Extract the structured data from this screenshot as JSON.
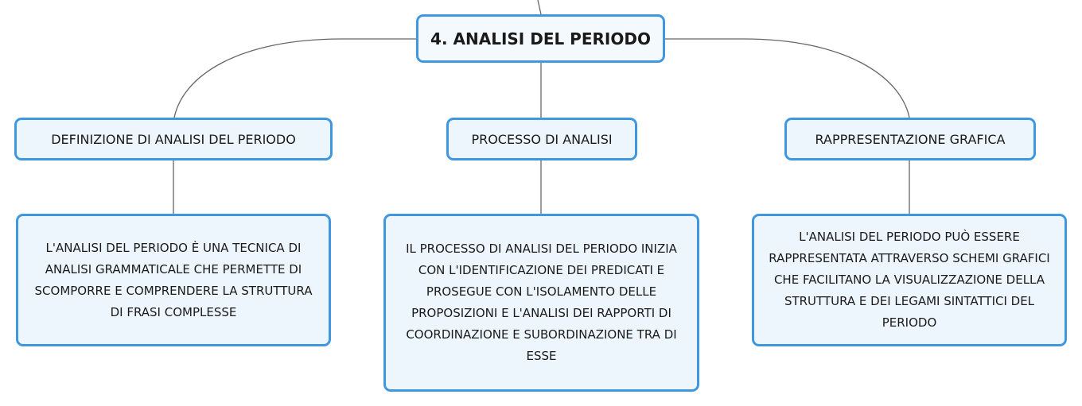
{
  "root": {
    "label": "4. ANALISI DEL PERIODO"
  },
  "topics": [
    {
      "label": "DEFINIZIONE DI ANALISI DEL PERIODO",
      "detail": "L'ANALISI DEL PERIODO È UNA TECNICA DI ANALISI GRAMMATICALE CHE PERMETTE DI SCOMPORRE E COMPRENDERE LA STRUTTURA DI FRASI COMPLESSE"
    },
    {
      "label": "PROCESSO DI ANALISI",
      "detail": "IL PROCESSO DI ANALISI DEL PERIODO INIZIA CON L'IDENTIFICAZIONE DEI PREDICATI E PROSEGUE CON L'ISOLAMENTO DELLE PROPOSIZIONI E L'ANALISI DEI RAPPORTI DI COORDINAZIONE E SUBORDINAZIONE TRA DI ESSE"
    },
    {
      "label": "RAPPRESENTAZIONE GRAFICA",
      "detail": "L'ANALISI DEL PERIODO PUÒ ESSERE RAPPRESENTATA ATTRAVERSO SCHEMI GRAFICI CHE FACILITANO LA VISUALIZZAZIONE DELLA STRUTTURA E DEI LEGAMI SINTATTICI DEL PERIODO"
    }
  ],
  "colors": {
    "node_border": "#3f97e0",
    "node_fill": "#eef6fd",
    "connector": "#666666",
    "text": "#1a1a1a"
  }
}
